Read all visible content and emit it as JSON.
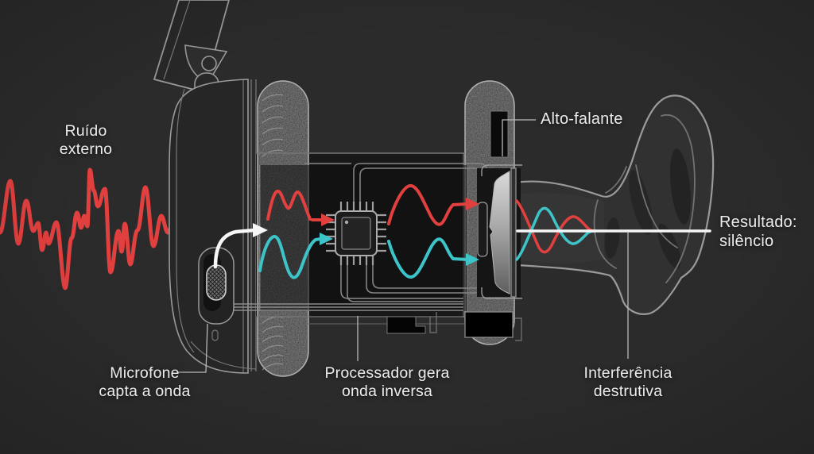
{
  "labels": {
    "external_noise": {
      "line1": "Ruído",
      "line2": "externo"
    },
    "speaker": {
      "line1": "Alto-falante"
    },
    "result": {
      "line1": "Resultado:",
      "line2": "silêncio"
    },
    "microphone": {
      "line1": "Microfone",
      "line2": "capta a onda"
    },
    "processor": {
      "line1": "Processador gera",
      "line2": "onda inversa"
    },
    "interference": {
      "line1": "Interferência",
      "line2": "destrutiva"
    }
  },
  "colors": {
    "background": "#2b2b2b",
    "noise_wave_red": "#e2403f",
    "inverse_wave_teal": "#3cc4c9",
    "silence_line_white": "#f7f7f7",
    "outline_gray": "#9a9a9a",
    "label_text": "#ececec"
  },
  "icons": {
    "chip": "processor-chip-icon",
    "microphone": "microphone-capsule-icon",
    "capture_arrow": "curved-arrow-icon",
    "flow_arrows": "wave-arrow-icons"
  }
}
